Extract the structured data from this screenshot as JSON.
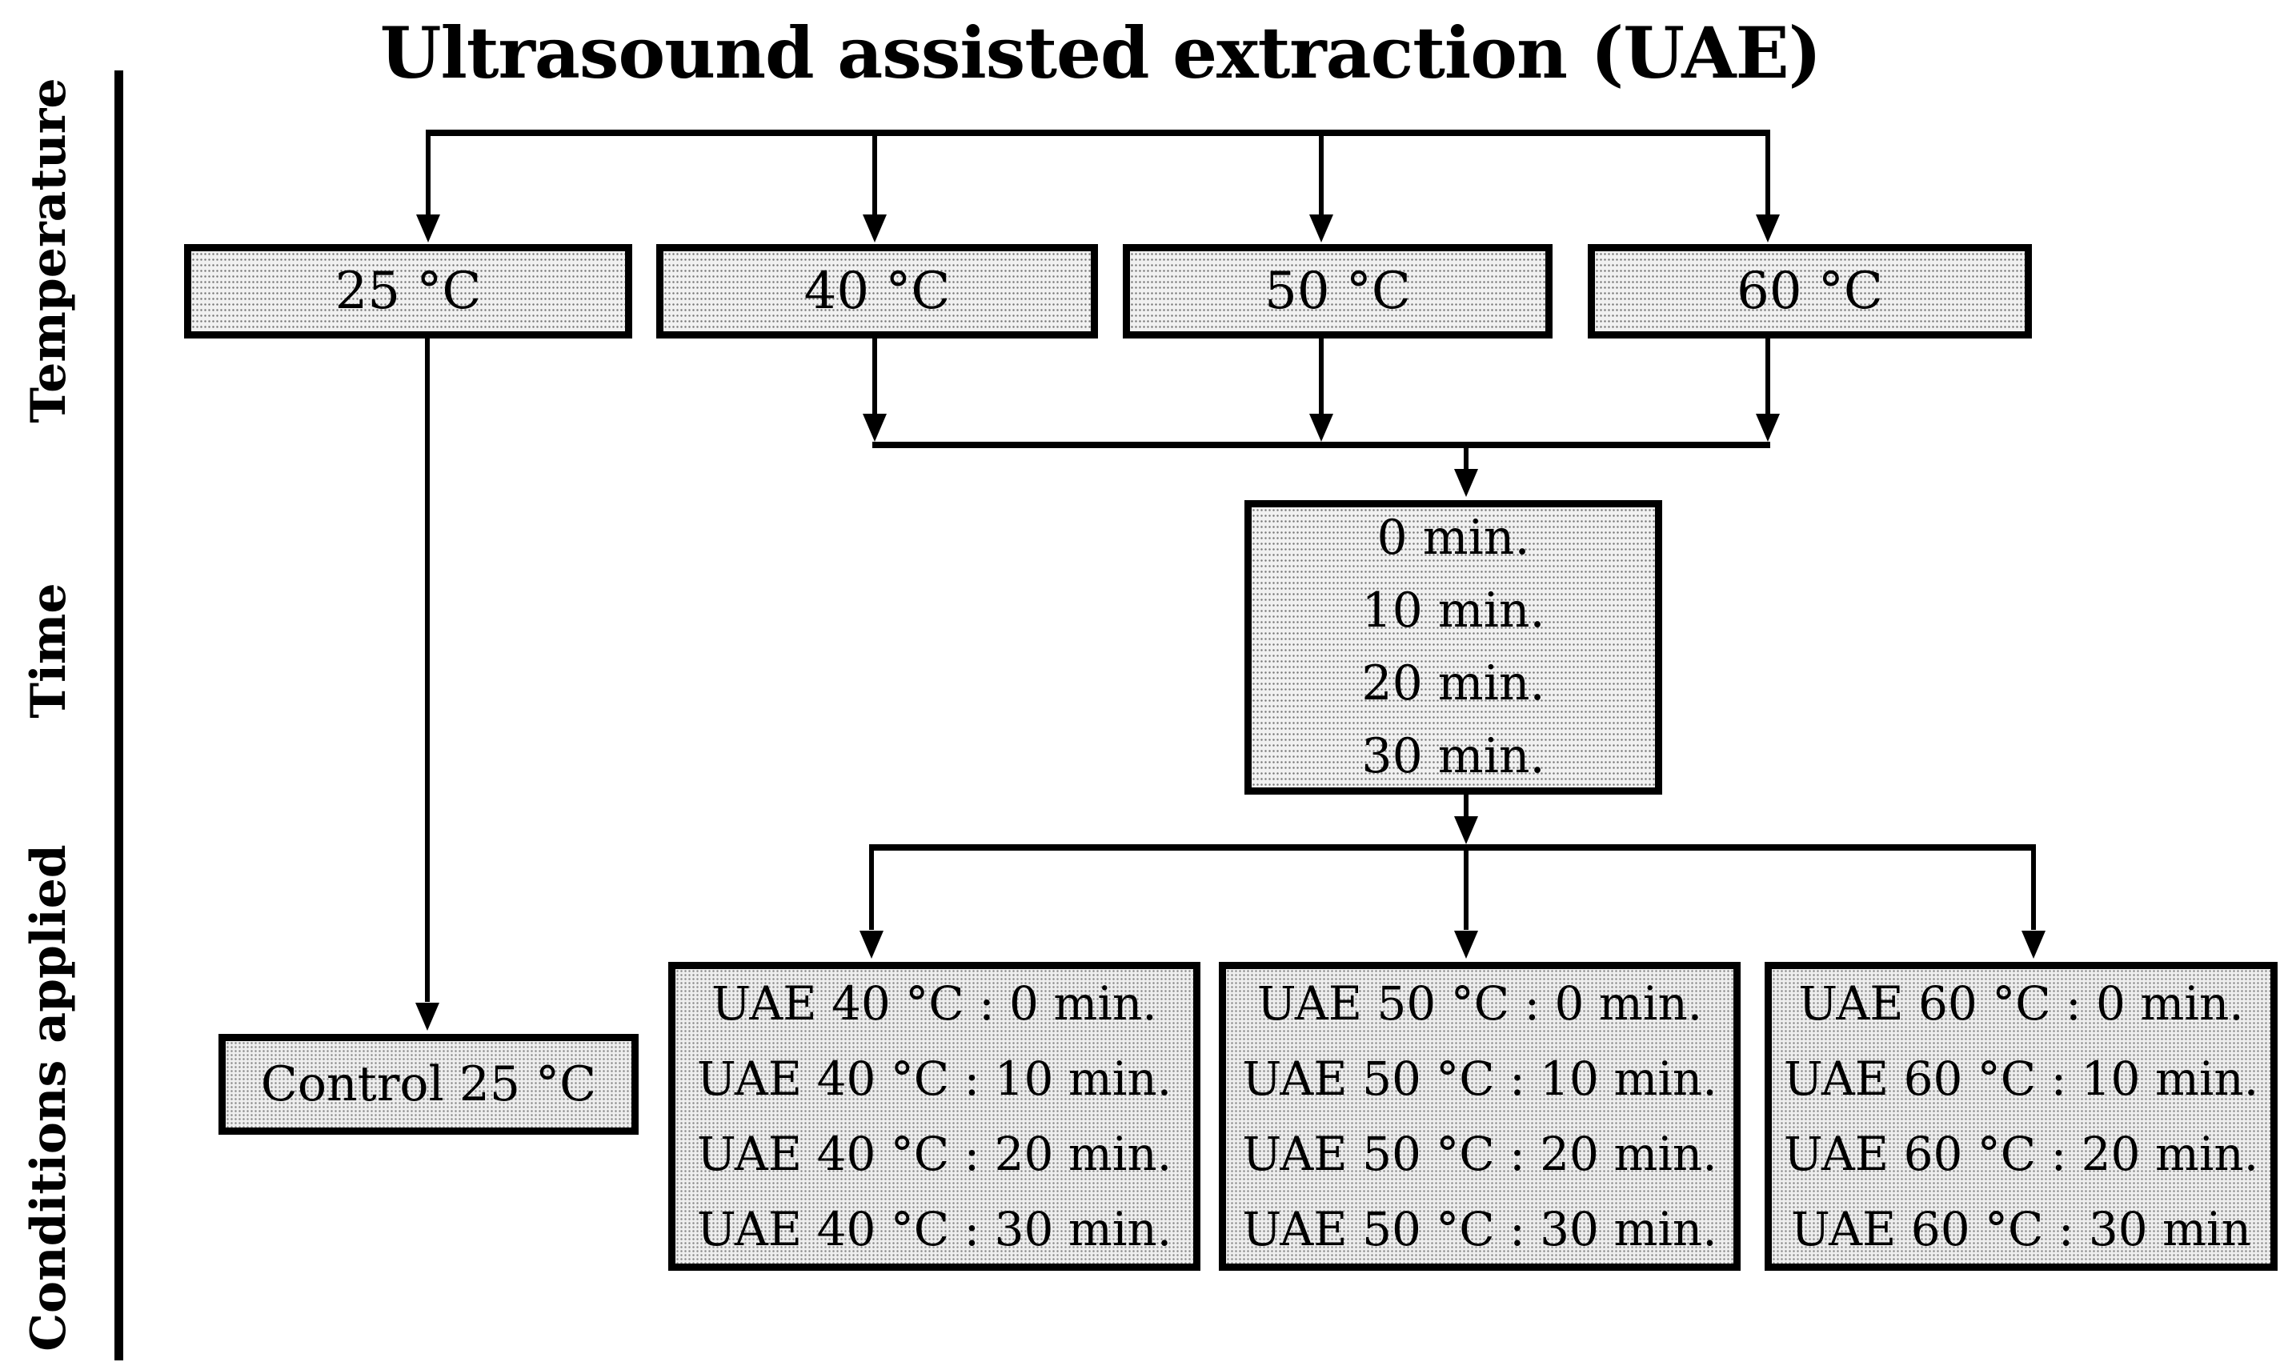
{
  "title": "Ultrasound assisted extraction (UAE)",
  "row_labels": {
    "temperature": "Temperature",
    "time": "Time",
    "conditions": "Conditions applied"
  },
  "temperature_boxes": [
    "25 °C",
    "40 °C",
    "50 °C",
    "60 °C"
  ],
  "time_box": {
    "lines": [
      "0 min.",
      "10 min.",
      "20 min.",
      "30 min."
    ]
  },
  "control_box": {
    "label": "Control 25 °C"
  },
  "condition_boxes": [
    {
      "lines": [
        "UAE 40 °C : 0 min.",
        "UAE 40 °C : 10 min.",
        "UAE 40 °C : 20 min.",
        "UAE 40 °C : 30 min."
      ]
    },
    {
      "lines": [
        "UAE 50 °C : 0 min.",
        "UAE 50 °C : 10 min.",
        "UAE 50 °C : 20 min.",
        "UAE 50 °C : 30 min."
      ]
    },
    {
      "lines": [
        "UAE 60 °C : 0 min.",
        "UAE 60 °C : 10 min.",
        "UAE 60 °C : 20 min.",
        "UAE 60 °C : 30 min"
      ]
    }
  ],
  "colors": {
    "ink": "#000000",
    "box_fill": "#efefef",
    "background": "#ffffff"
  }
}
